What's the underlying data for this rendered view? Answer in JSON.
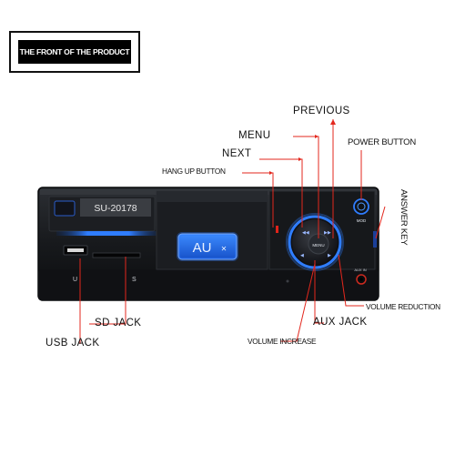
{
  "title": "THE FRONT OF THE PRODUCT",
  "labels": {
    "previous": "PREVIOUS",
    "menu": "MENU",
    "next": "NEXT",
    "hang_up": "HANG UP BUTTON",
    "power": "POWER BUTTON",
    "answer_key": "ANSWER KEY",
    "volume_reduction": "VOLUME REDUCTION",
    "aux_jack": "AUX JACK",
    "volume_increase": "VOLUME INCREASE",
    "sd_jack": "SD JACK",
    "usb_jack": "USB JACK"
  },
  "device": {
    "model": "SU-20178",
    "display_text": "AU",
    "wheel_label": "MENU",
    "mode_label": "MOD",
    "aux_port_label": "AUX IN",
    "usb_symbol": "U",
    "sd_symbol": "S"
  },
  "colors": {
    "label_line": "#e3271d",
    "glow_blue": "#2a7cff",
    "body": "#1a1c20"
  }
}
